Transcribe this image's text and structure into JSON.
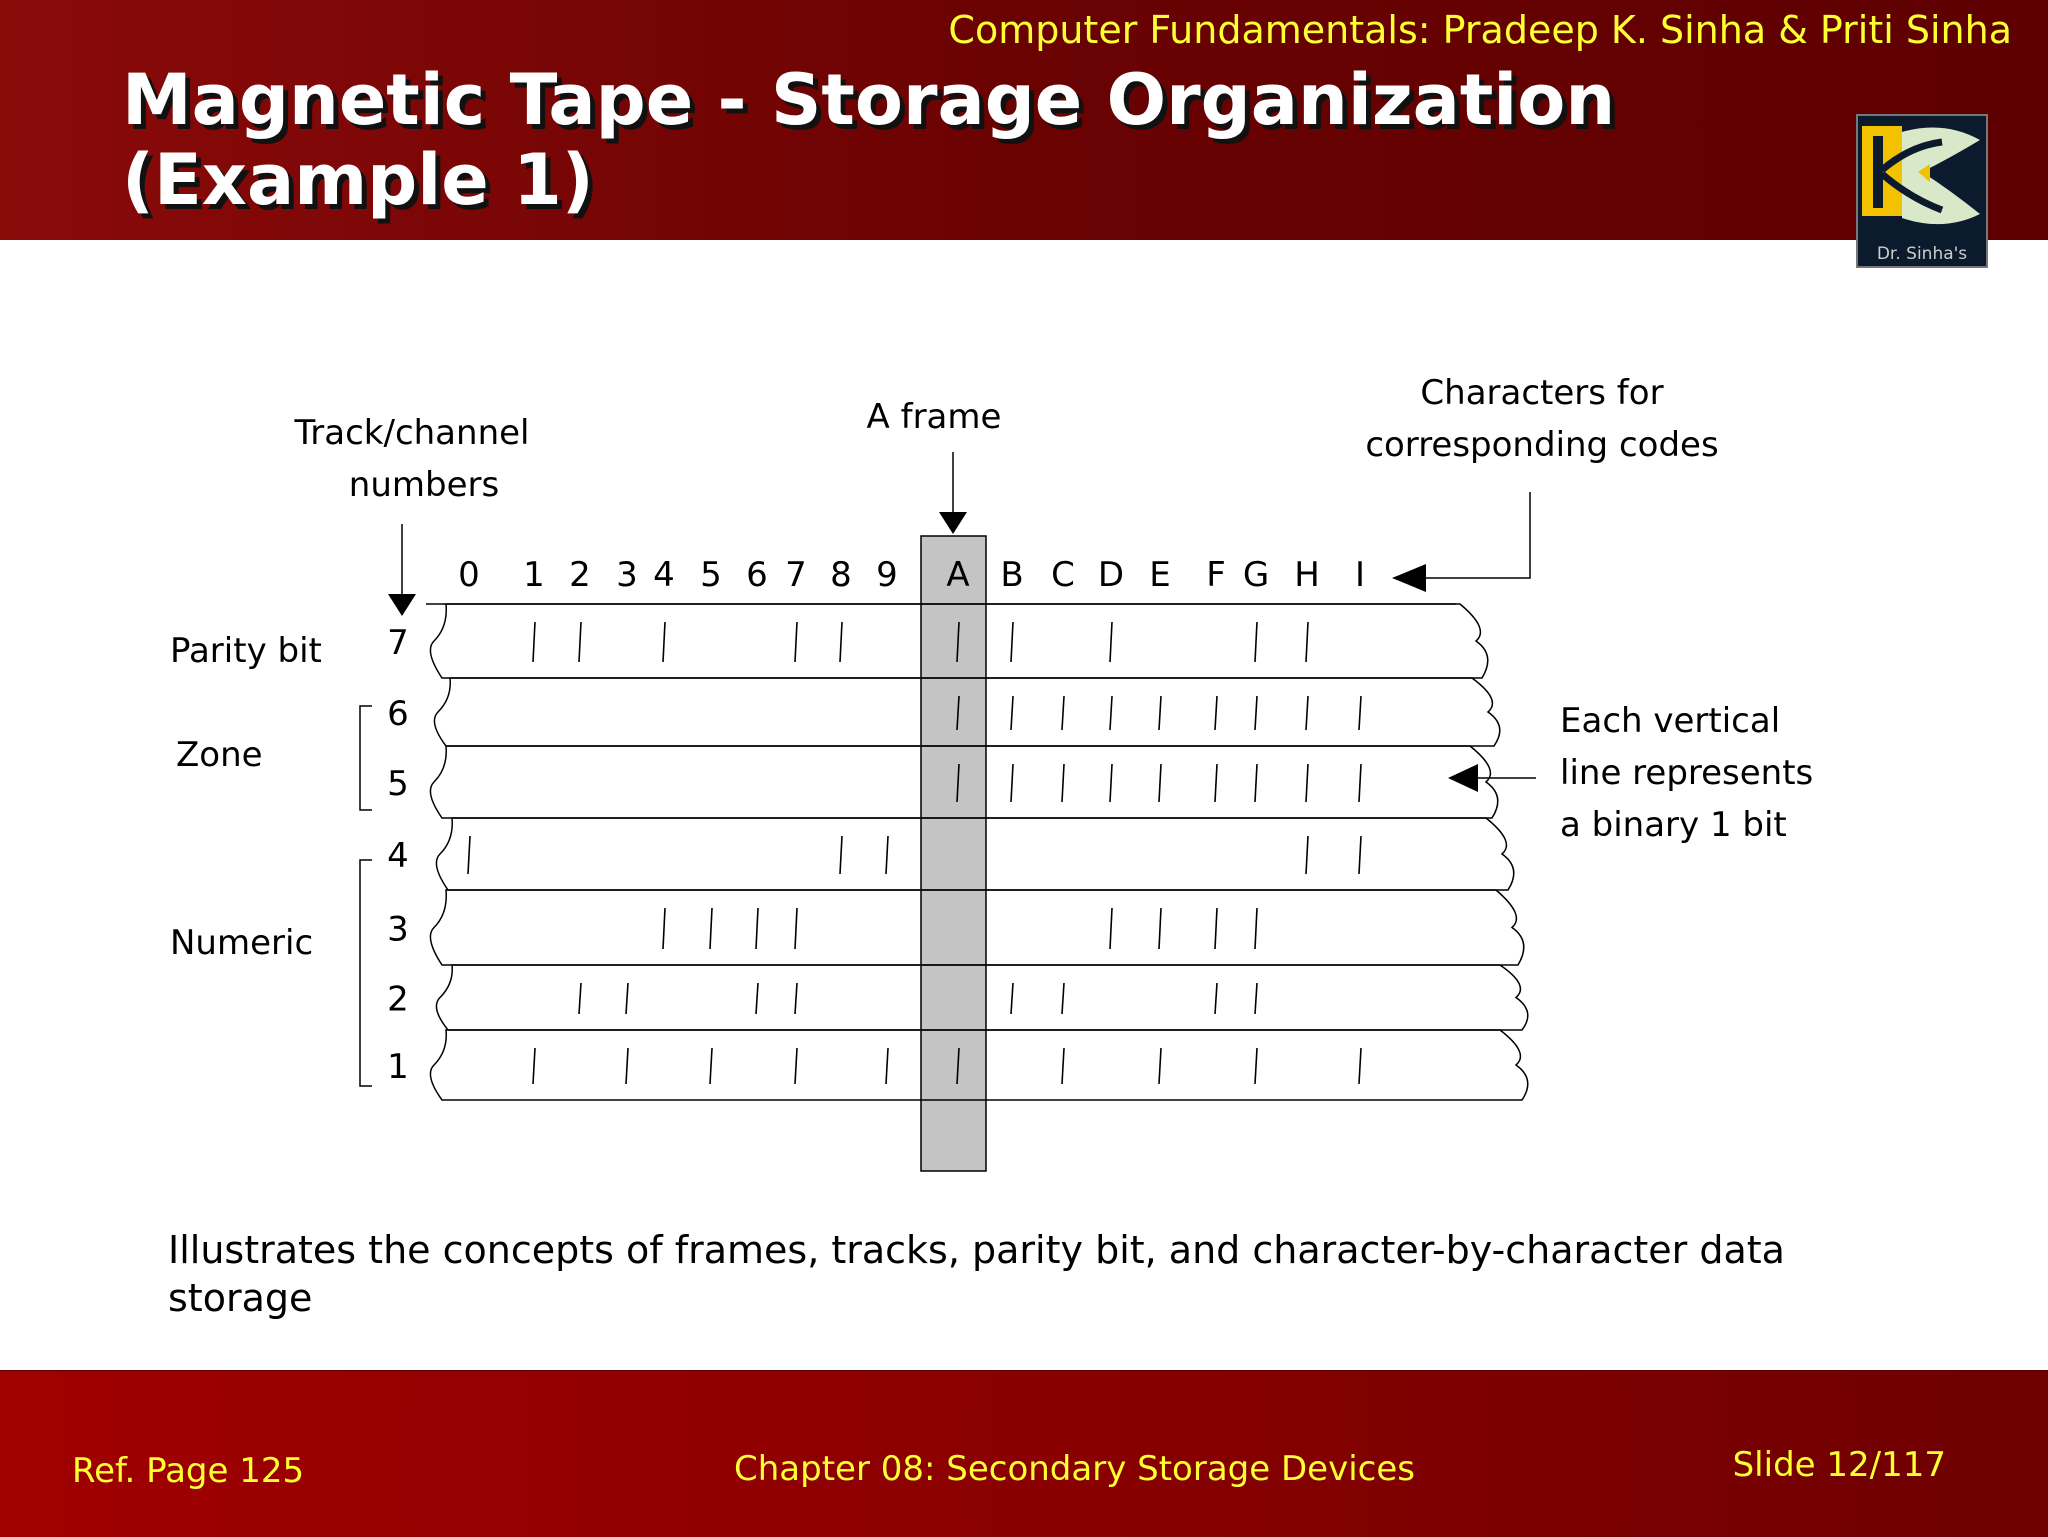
{
  "header": {
    "book_credit": "Computer Fundamentals: Pradeep K. Sinha & Priti Sinha",
    "title_line1": "Magnetic Tape - Storage Organization",
    "title_line2": "(Example 1)",
    "logo_text": "Dr. Sinha's"
  },
  "diagram": {
    "label_track_numbers_line1": "Track/channel",
    "label_track_numbers_line2": "numbers",
    "label_frame": "A frame",
    "label_characters_line1": "Characters for",
    "label_characters_line2": "corresponding codes",
    "label_parity": "Parity bit",
    "label_zone": "Zone",
    "label_numeric": "Numeric",
    "label_vertical_line1": "Each vertical",
    "label_vertical_line2": "line represents",
    "label_vertical_line3": "a binary 1 bit",
    "characters": [
      "0",
      "1",
      "2",
      "3",
      "4",
      "5",
      "6",
      "7",
      "8",
      "9",
      "A",
      "B",
      "C",
      "D",
      "E",
      "F",
      "G",
      "H",
      "I"
    ],
    "tracks": [
      "7",
      "6",
      "5",
      "4",
      "3",
      "2",
      "1"
    ],
    "bits": {
      "0": [
        "4"
      ],
      "1": [
        "7",
        "1"
      ],
      "2": [
        "7",
        "2"
      ],
      "3": [
        "2",
        "1"
      ],
      "4": [
        "7",
        "3"
      ],
      "5": [
        "3",
        "1"
      ],
      "6": [
        "3",
        "2"
      ],
      "7": [
        "7",
        "3",
        "2",
        "1"
      ],
      "8": [
        "7",
        "4"
      ],
      "9": [
        "4",
        "1"
      ],
      "A": [
        "7",
        "6",
        "5",
        "1"
      ],
      "B": [
        "7",
        "6",
        "5",
        "2"
      ],
      "C": [
        "6",
        "5",
        "2",
        "1"
      ],
      "D": [
        "7",
        "6",
        "5",
        "3"
      ],
      "E": [
        "6",
        "5",
        "3",
        "1"
      ],
      "F": [
        "6",
        "5",
        "3",
        "2"
      ],
      "G": [
        "7",
        "6",
        "5",
        "3",
        "2",
        "1"
      ],
      "H": [
        "7",
        "6",
        "5",
        "4"
      ],
      "I": [
        "6",
        "5",
        "4",
        "1"
      ]
    }
  },
  "caption": "Illustrates the concepts of frames, tracks, parity bit, and character-by-character data storage",
  "footer": {
    "ref_page": "Ref. Page  125",
    "chapter": "Chapter 08: Secondary Storage Devices",
    "slide": "Slide 12/117"
  },
  "colors": {
    "header_bg": "#6a0202",
    "footer_bg": "#8a0000",
    "accent_yellow": "#ffff33",
    "frame_highlight": "#c4c4c4"
  }
}
